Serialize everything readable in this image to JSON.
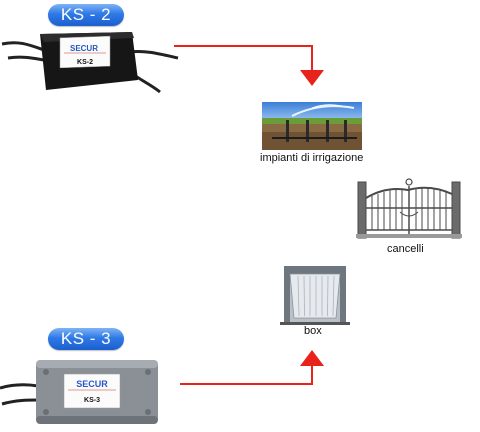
{
  "products": [
    {
      "pill": "KS - 2",
      "brand": "SECUR",
      "model": "KS-2"
    },
    {
      "pill": "KS - 3",
      "brand": "SECUR",
      "model": "KS-3"
    }
  ],
  "applications": [
    {
      "caption": "impianti di irrigazione"
    },
    {
      "caption": "cancelli"
    },
    {
      "caption": "box"
    }
  ],
  "colors": {
    "pill": "#2f79e6",
    "arrow": "#e8231c"
  }
}
